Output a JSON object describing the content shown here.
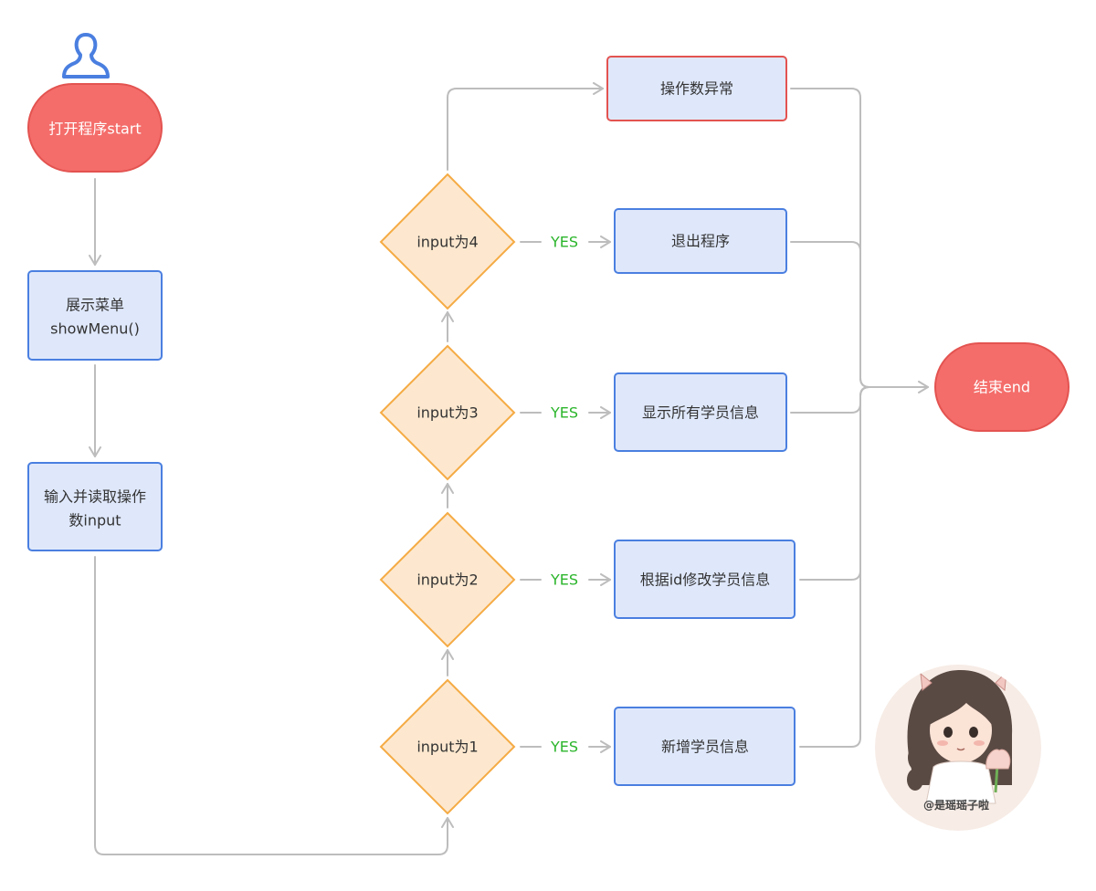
{
  "colors": {
    "start_fill": "#f46d6a",
    "start_stroke": "#e35350",
    "process_fill": "#dfe8fb",
    "process_stroke": "#4a7fe0",
    "error_stroke": "#e35350",
    "decision_fill": "#fde8cf",
    "decision_stroke": "#f5ab44",
    "connector": "#bdbdbd",
    "yes_text": "#2bb52b",
    "user_icon": "#4a7fe0"
  },
  "nodes": {
    "start": "打开程序start",
    "show_menu_line1": "展示菜单",
    "show_menu_line2": "showMenu()",
    "read_input_line1": "输入并读取操作",
    "read_input_line2": "数input",
    "decision_1": "input为1",
    "decision_2": "input为2",
    "decision_3": "input为3",
    "decision_4": "input为4",
    "action_add": "新增学员信息",
    "action_modify": "根据id修改学员信息",
    "action_show_all": "显示所有学员信息",
    "action_exit": "退出程序",
    "action_error": "操作数异常",
    "end": "结束end"
  },
  "edge_labels": {
    "yes_1": "YES",
    "yes_2": "YES",
    "yes_3": "YES",
    "yes_4": "YES"
  },
  "icons": {
    "start_actor": "user-icon"
  },
  "watermark": {
    "handle": "@是瑶瑶子啦"
  }
}
